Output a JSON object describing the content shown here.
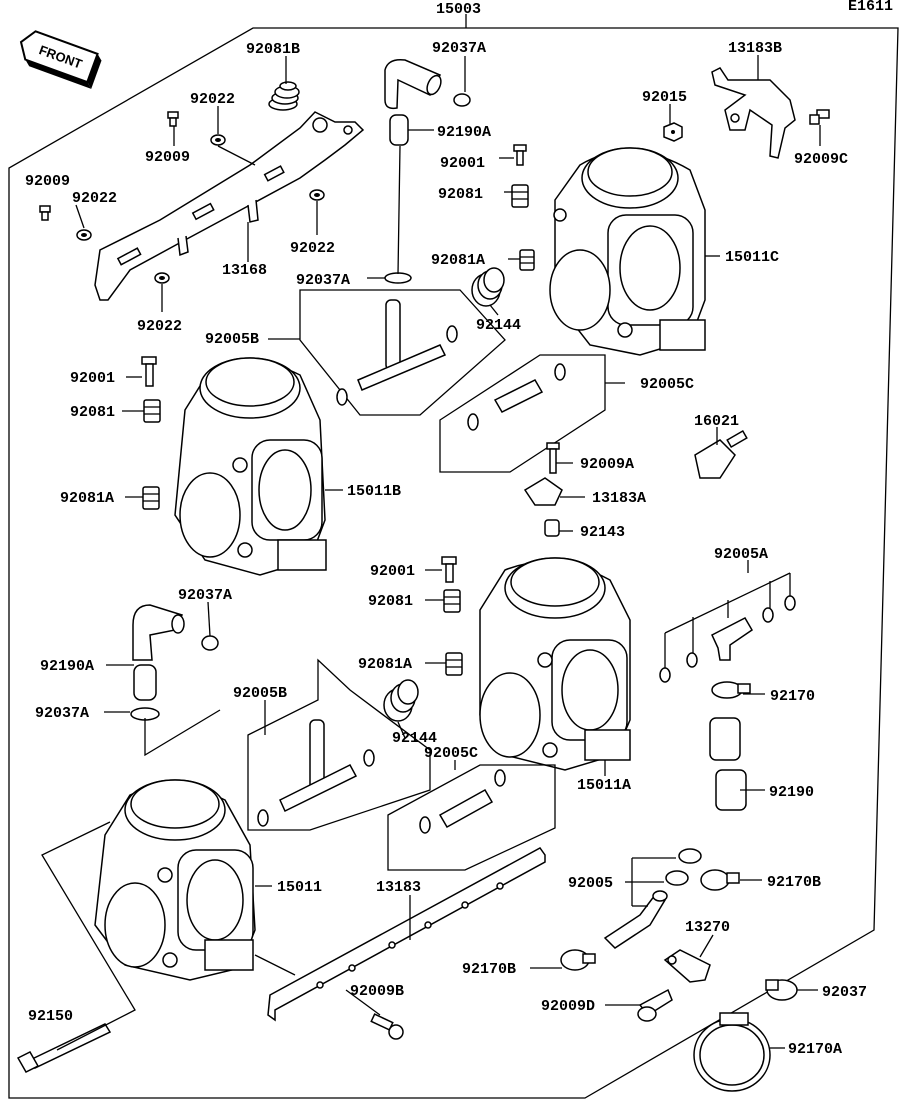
{
  "diagram_id": "E1611",
  "front_label": "FRONT",
  "parts": {
    "p15003": "15003",
    "p92081B": "92081B",
    "p92037A_top": "92037A",
    "p13183B": "13183B",
    "p92022_a": "92022",
    "p92015": "92015",
    "p92009_a": "92009",
    "p92190A_top": "92190A",
    "p92001_top": "92001",
    "p92009C": "92009C",
    "p92009_b": "92009",
    "p92022_b": "92022",
    "p92081_top": "92081",
    "p13168": "13168",
    "p92022_c": "92022",
    "p92081A_top": "92081A",
    "p15011C": "15011C",
    "p92037A_mid": "92037A",
    "p92144_top": "92144",
    "p92022_d": "92022",
    "p92005B_top": "92005B",
    "p92001_left": "92001",
    "p92005C_top": "92005C",
    "p92081_left": "92081",
    "p16021": "16021",
    "p92009A": "92009A",
    "p92081A_left": "92081A",
    "p15011B": "15011B",
    "p13183A": "13183A",
    "p92143": "92143",
    "p92005A": "92005A",
    "p92001_mid": "92001",
    "p92081_mid": "92081",
    "p92037A_lower": "92037A",
    "p92190A_lower": "92190A",
    "p92081A_mid": "92081A",
    "p92170": "92170",
    "p92005B_lower": "92005B",
    "p92037A_lowest": "92037A",
    "p92144_lower": "92144",
    "p92005C_lower": "92005C",
    "p15011A": "15011A",
    "p92190": "92190",
    "p15011": "15011",
    "p13183": "13183",
    "p92005": "92005",
    "p92170B_right": "92170B",
    "p13270": "13270",
    "p92170B_left": "92170B",
    "p92009B": "92009B",
    "p92009D": "92009D",
    "p92037": "92037",
    "p92150": "92150",
    "p92170A": "92170A"
  }
}
